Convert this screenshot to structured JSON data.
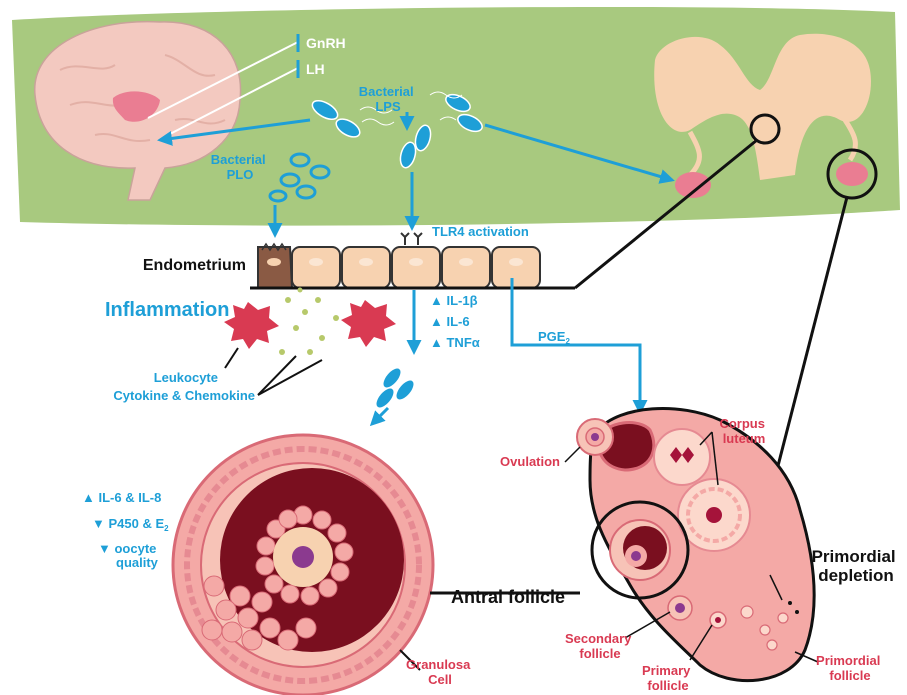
{
  "labels": {
    "gnrh": "GnRH",
    "lh": "LH",
    "bacterial_lps_1": "Bacterial",
    "bacterial_lps_2": "LPS",
    "bacterial_plo_1": "Bacterial",
    "bacterial_plo_2": "PLO",
    "tlr4": "TLR4 activation",
    "endometrium": "Endometrium",
    "inflammation": "Inflammation",
    "il1b": "IL-1β",
    "il6": "IL-6",
    "tnfa": "TNFα",
    "pge2": "PGE",
    "pge2_sub": "2",
    "leukocyte": "Leukocyte",
    "cytokine": "Cytokine & Chemokine",
    "il6_il8": "IL-6 & IL-8",
    "p450": "P450 & E",
    "p450_sub": "2",
    "oocyte_1": "oocyte",
    "oocyte_2": "quality",
    "antral_follicle": "Antral follicle",
    "granulosa_1": "Granulosa",
    "granulosa_2": "Cell",
    "ovulation": "Ovulation",
    "corpus_1": "Corpus",
    "corpus_2": "luteum",
    "primordial_depletion_1": "Primordial",
    "primordial_depletion_2": "depletion",
    "secondary_1": "Secondary",
    "secondary_2": "follicle",
    "primary_1": "Primary",
    "primary_2": "follicle",
    "primordial_follicle_1": "Primordial",
    "primordial_follicle_2": "follicle"
  },
  "colors": {
    "green_band": "#a8c97f",
    "arrow_blue": "#1e9fd7",
    "label_red": "#d93a52",
    "tissue_peach": "#f7d2b0",
    "brain_pink": "#f3c9c0",
    "ovary_pink": "#f4a9a6",
    "follicle_dark": "#7a0f1f"
  }
}
